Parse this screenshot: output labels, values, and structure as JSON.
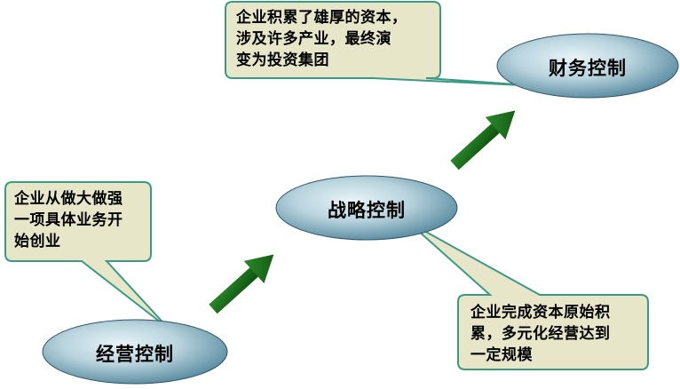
{
  "nodes": {
    "operation": {
      "label": "经营控制"
    },
    "strategy": {
      "label": "战略控制"
    },
    "finance": {
      "label": "财务控制"
    }
  },
  "callouts": {
    "operation": {
      "text": "企业从做大做强\n一项具体业务开\n始创业"
    },
    "strategy": {
      "text": "企业完成资本原始积\n累，多元化经营达到\n一定规模"
    },
    "finance": {
      "text": "企业积累了雄厚的资本，\n涉及许多产业，最终演\n变为投资集团"
    }
  },
  "colors": {
    "callout_fill": "#e8e6c8",
    "callout_border": "#3a9a86",
    "ellipse_light": "#dfeef4",
    "ellipse_dark": "#4a7f96",
    "arrow": "#1a6b1a"
  }
}
